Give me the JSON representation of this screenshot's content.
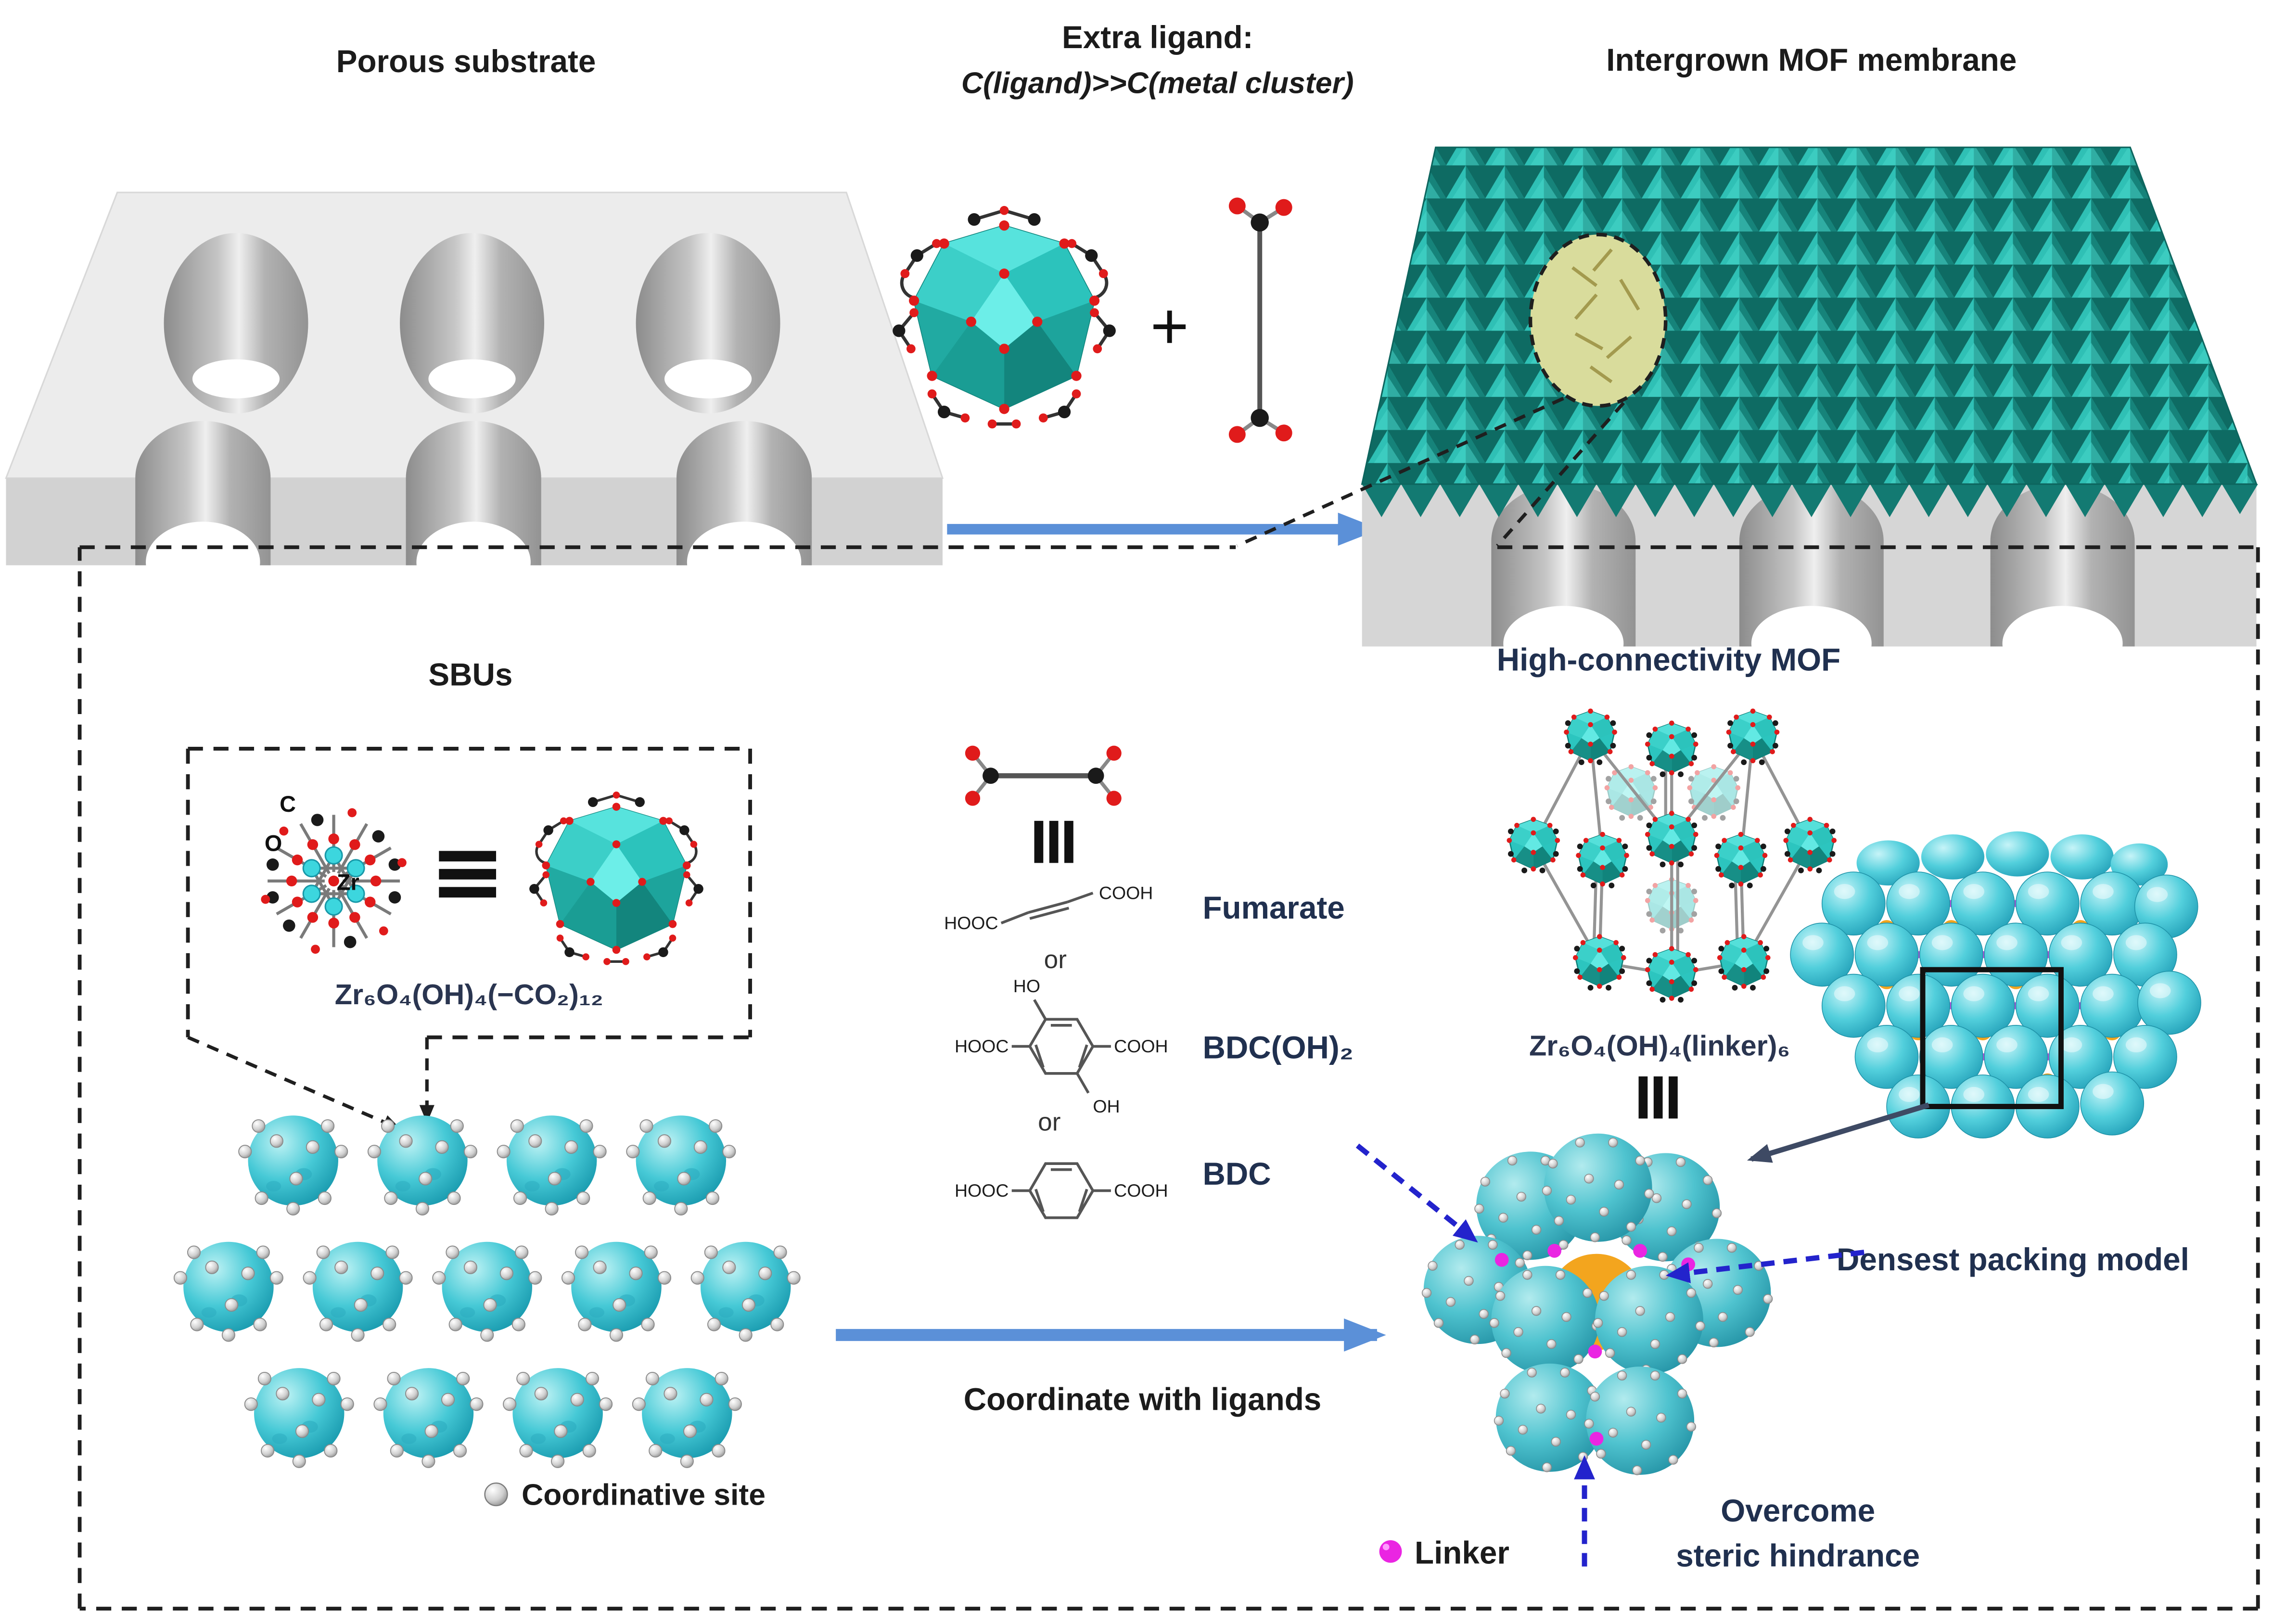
{
  "figure": {
    "top": {
      "porous_substrate_label": "Porous substrate",
      "extra_ligand_line1": "Extra ligand:",
      "extra_ligand_line2": "C(ligand)>>C(metal cluster)",
      "plus_sign": "+",
      "intergrown_label": "Intergrown MOF membrane"
    },
    "sbu": {
      "title": "SBUs",
      "atom_labels": {
        "c": "C",
        "o": "O",
        "zr": "Zr"
      },
      "formula": "Zr₆O₄(OH)₄(−CO₂)₁₂"
    },
    "ligands": {
      "hooc": "HOOC",
      "cooh": "COOH",
      "ho": "HO",
      "oh": "OH",
      "or": "or",
      "fumarate_label": "Fumarate",
      "bdc_oh2_label": "BDC(OH)₂",
      "bdc_label": "BDC"
    },
    "mof": {
      "title": "High-connectivity MOF",
      "formula": "Zr₆O₄(OH)₄(linker)₆"
    },
    "packing": {
      "label": "Densest packing model"
    },
    "steric": {
      "line1": "Overcome",
      "line2": "steric hindrance"
    },
    "legend": {
      "coordinative_site": "Coordinative site",
      "linker": "Linker"
    },
    "process": {
      "coordinate_with_ligands": "Coordinate with ligands"
    },
    "palette": {
      "teal_pyramid": "#2fc0b5",
      "teal_dark": "#0e6b63",
      "cluster_cyan": "#3ccfc8",
      "sphere_cyan": "#46c9d6",
      "navy_text": "#20304f",
      "steel_blue_arrow": "#5b90d8",
      "dashed_blue_arrow": "#2323cc",
      "magenta_linker": "#ea25e2",
      "orange_core": "#f3a51e",
      "red_atom": "#e01b1b",
      "substrate_gray": "#ececec",
      "highlight_ellipse": "#d9dc9c"
    }
  }
}
